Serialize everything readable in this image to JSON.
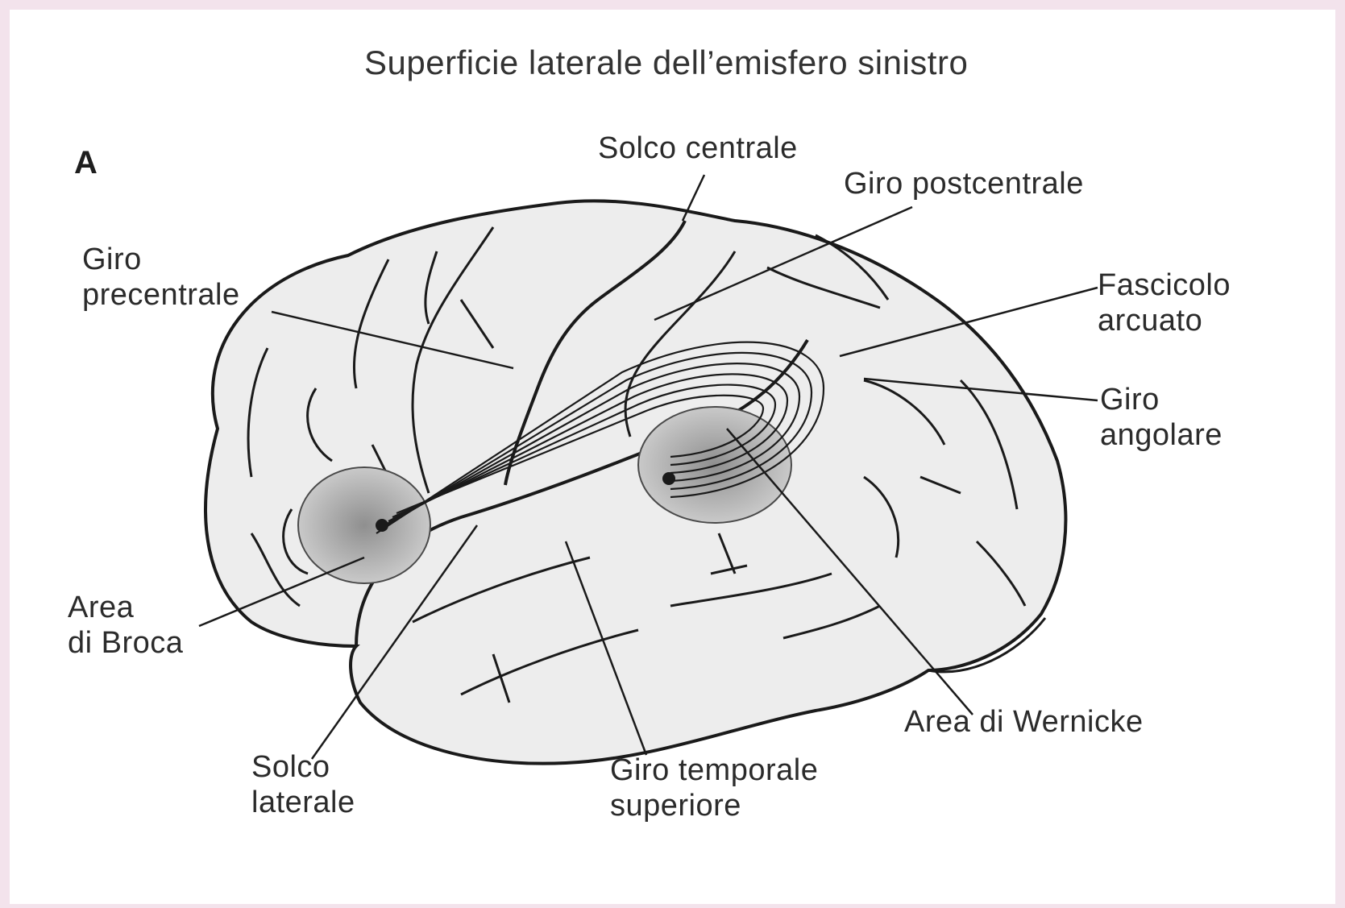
{
  "title": "Superficie laterale dell’emisfero sinistro",
  "panel_label": "A",
  "labels": {
    "solco_centrale": "Solco centrale",
    "giro_postcentrale": "Giro postcentrale",
    "giro_precentrale": "Giro\nprecentrale",
    "fascicolo_arcuato": "Fascicolo\narcuato",
    "giro_angolare": "Giro\nangolare",
    "area_broca": "Area\ndi Broca",
    "area_wernicke": "Area di Wernicke",
    "solco_laterale": "Solco\nlaterale",
    "giro_temporale_superiore": "Giro temporale\nsuperiore"
  },
  "colors": {
    "background": "#f3e3ec",
    "paper": "#ffffff",
    "brain_fill": "#ededed",
    "outline": "#1a1a1a",
    "area_fill": "#b9b9b9"
  }
}
